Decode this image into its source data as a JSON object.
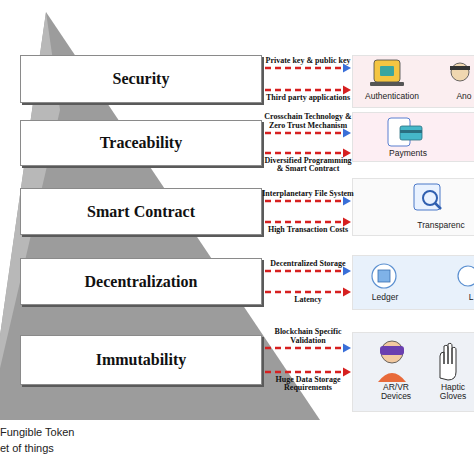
{
  "diagram": {
    "nodes": [
      {
        "text": [
          "Security"
        ]
      },
      {
        "text": [
          "Authentication",
          "Ano"
        ]
      },
      {
        "text": [
          "Traceability"
        ]
      },
      {
        "text": [
          "Payments"
        ]
      },
      {
        "text": [
          "Smart Contract"
        ]
      },
      {
        "text": [
          "Transparenc"
        ]
      },
      {
        "text": [
          "Decentralization"
        ]
      },
      {
        "text": [
          "Ledger",
          "L"
        ]
      },
      {
        "text": [
          "Immutability"
        ]
      },
      {
        "text": [
          "AR/VR Devices",
          "Haptic Gloves"
        ]
      }
    ],
    "edges": [
      {
        "from": 0,
        "to": 1,
        "arrow": "to",
        "label": "Private key & public key"
      },
      {
        "from": 0,
        "to": 1,
        "arrow": "to",
        "label": "Third party applications"
      },
      {
        "from": 2,
        "to": 3,
        "arrow": "to",
        "label": "Crosschain Technology & Zero Trust Mechanism"
      },
      {
        "from": 2,
        "to": 3,
        "arrow": "to",
        "label": "Diversified Programming & Smart Contract"
      },
      {
        "from": 4,
        "to": 5,
        "arrow": "to",
        "label": "Interplanetary File System"
      },
      {
        "from": 4,
        "to": 5,
        "arrow": "to",
        "label": "High Transaction Costs"
      },
      {
        "from": 6,
        "to": 7,
        "arrow": "to",
        "label": "Decentralized Storage"
      },
      {
        "from": 6,
        "to": 7,
        "arrow": "to",
        "label": "Latency"
      },
      {
        "from": 8,
        "to": 9,
        "arrow": "to",
        "label": "Blockchain Specific Validation"
      },
      {
        "from": 8,
        "to": 9,
        "arrow": "to",
        "label": "Huge Data Storage Requirements"
      }
    ],
    "labels": [
      "Fungible Token",
      "et of things"
    ]
  }
}
